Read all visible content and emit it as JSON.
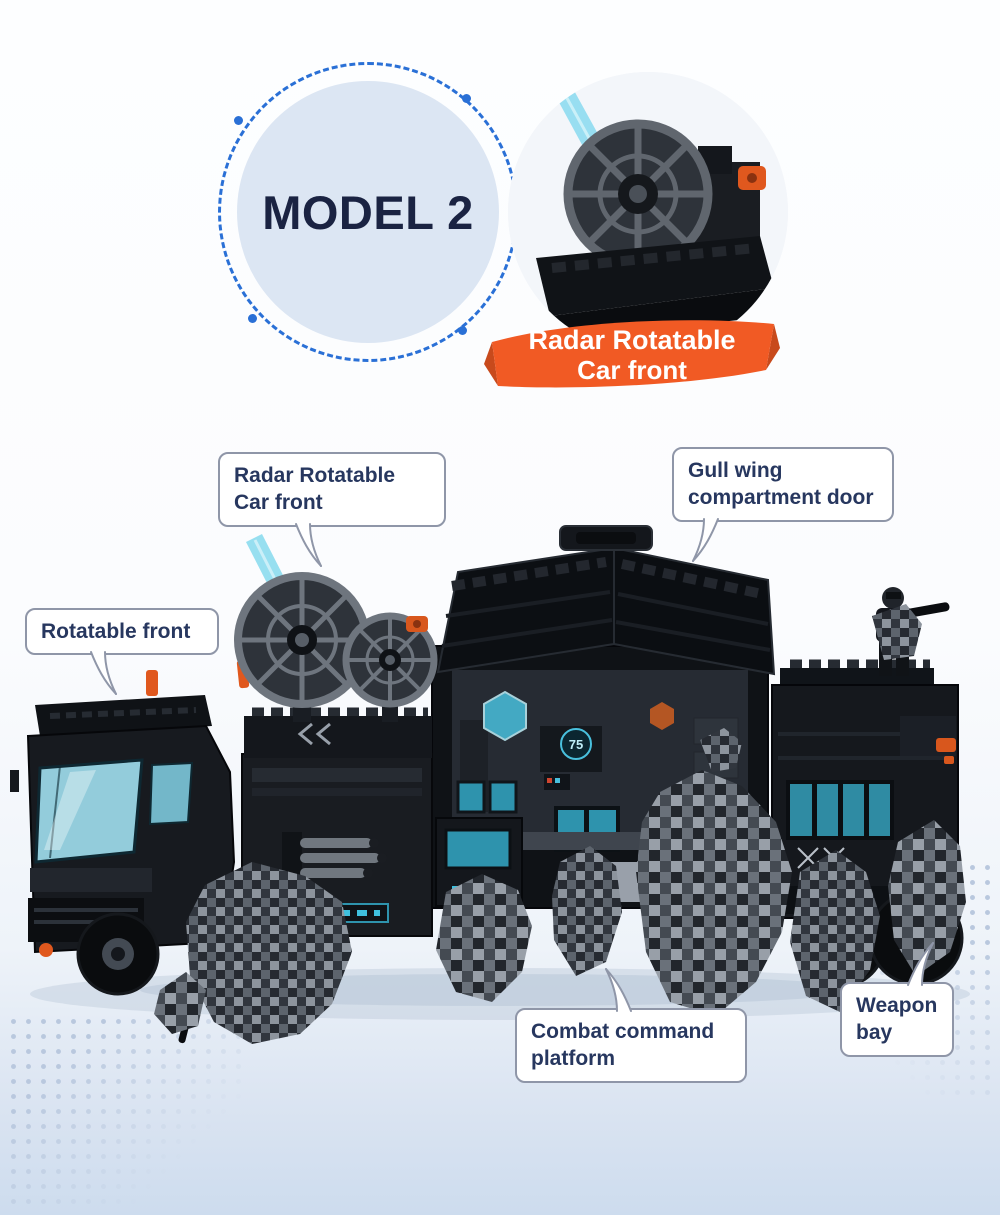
{
  "header": {
    "model_label": "MODEL 2"
  },
  "ribbon": {
    "line1": "Radar  Rotatable",
    "line2": "Car front"
  },
  "callouts": {
    "radar_front": {
      "line1": "Radar  Rotatable",
      "line2": "Car front"
    },
    "gull_wing": {
      "line1": "Gull wing",
      "line2": "compartment door"
    },
    "rotatable_front": {
      "line1": "Rotatable front"
    },
    "combat_platform": {
      "line1": "Combat command",
      "line2": "platform"
    },
    "weapon_bay": {
      "line1": "Weapon",
      "line2": "bay"
    }
  },
  "truck": {
    "console_gauge": "75"
  },
  "colors": {
    "accent_blue": "#2a70d6",
    "ribbon_orange": "#f15a24",
    "callout_border": "#8f96a8",
    "callout_text": "#27375f",
    "model_text": "#1a2342",
    "cyan_blade": "#8edcef",
    "teal_window": "#2e93ad",
    "orange_accent": "#e0581e"
  }
}
